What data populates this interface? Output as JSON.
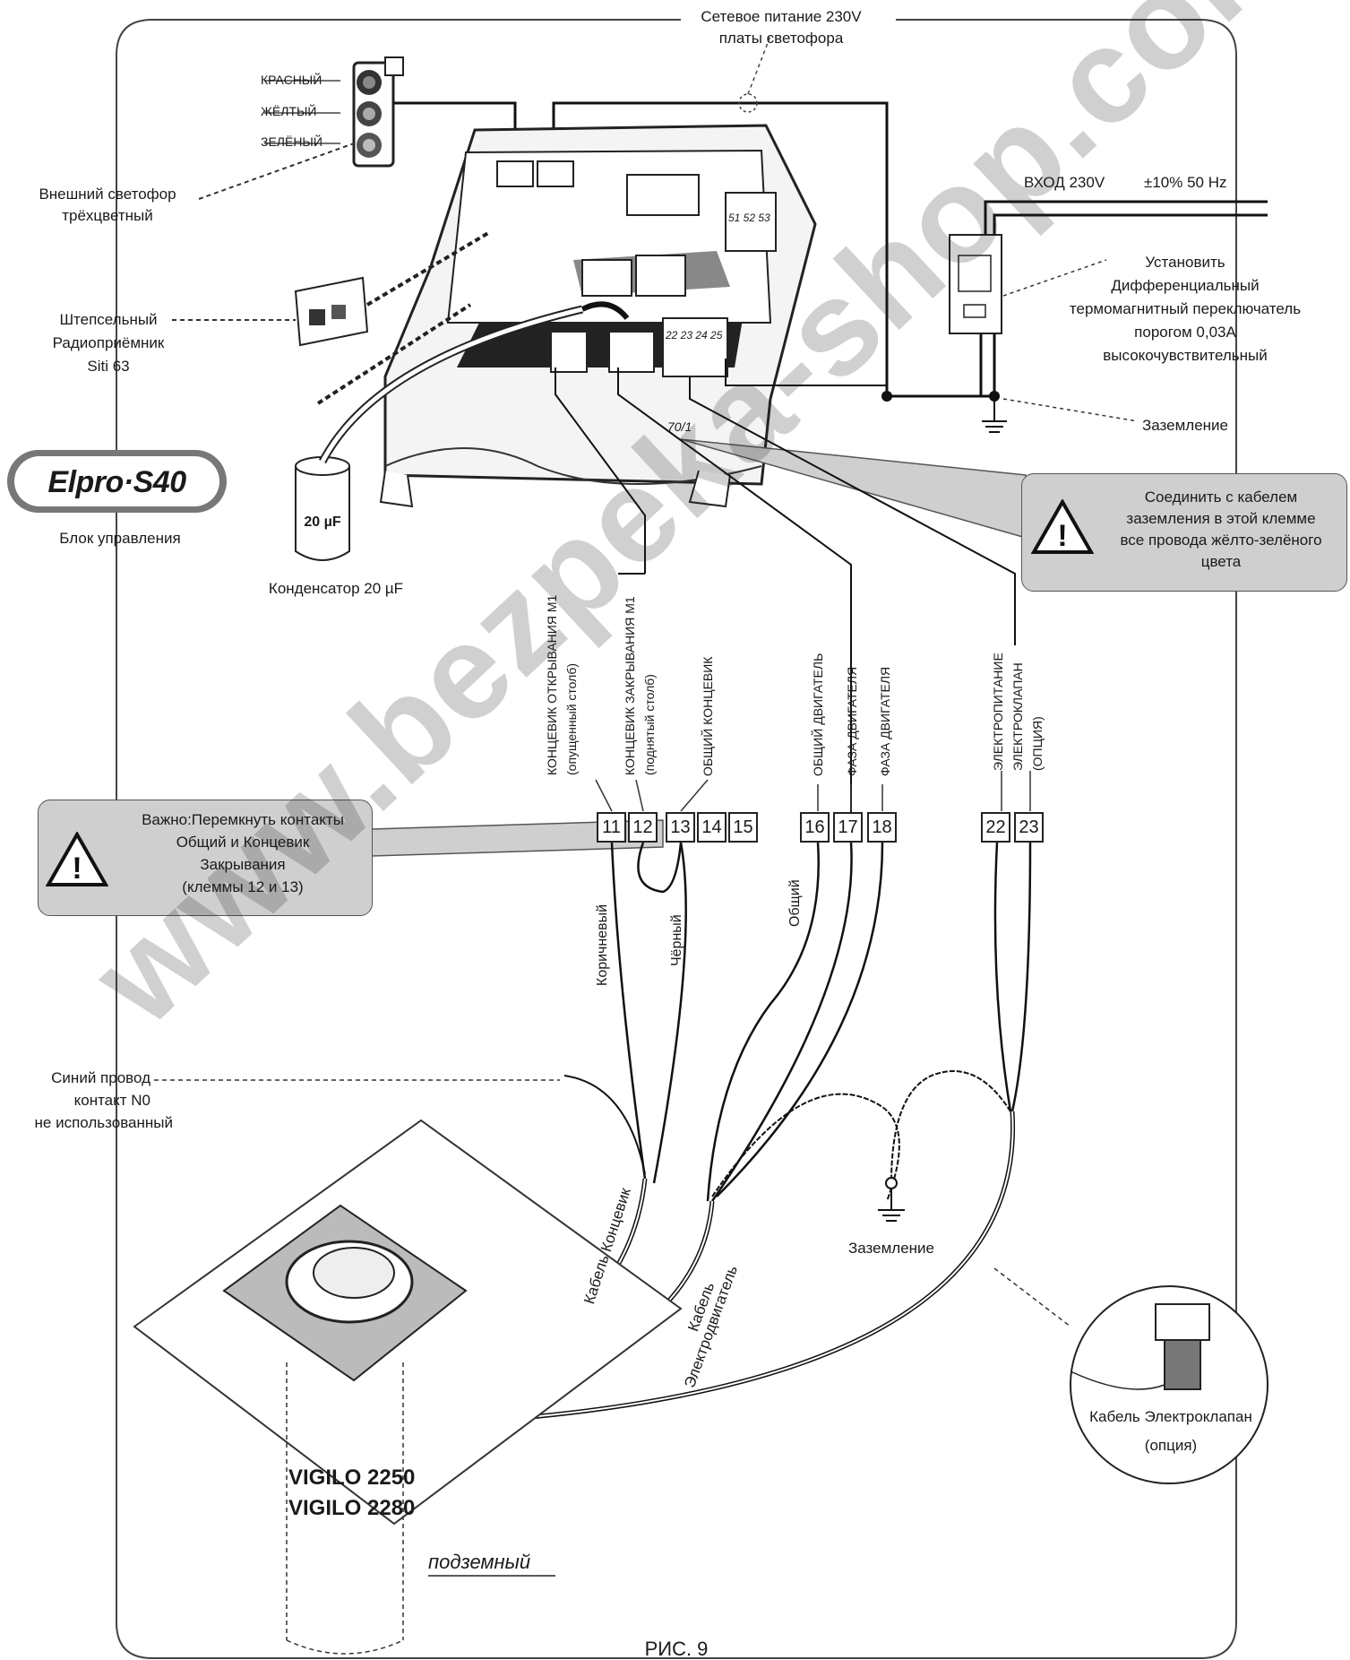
{
  "top_power": {
    "line1": "Сетевое питание 230V",
    "line2": "платы светофора"
  },
  "lights": {
    "red": "КРАСНЫЙ",
    "yellow": "ЖЁЛТЫЙ",
    "green": "ЗЕЛЁНЫЙ"
  },
  "traffic_light": {
    "line1": "Внешний светофор",
    "line2": "трёхцветный"
  },
  "radio": {
    "line1": "Штепсельный",
    "line2": "Радиоприёмник",
    "line3": "Siti 63"
  },
  "logo": {
    "text": "Elpro·S40",
    "caption": "Блок управления"
  },
  "capacitor": {
    "value": "20 µF",
    "caption": "Конденсатор 20 µF"
  },
  "input": {
    "label": "ВХОД 230V",
    "tolerance": "±10% 50 Hz"
  },
  "breaker": {
    "line1": "Установить",
    "line2": "Дифференциальный",
    "line3": "термомагнитный переключатель",
    "line4": "порогом 0,03А",
    "line5": "высокочувствительный"
  },
  "ground_top": "Заземление",
  "board_terms": {
    "a": "51 52 53",
    "b": "22 23 24 25",
    "cap": "70/1"
  },
  "callout_right": {
    "line1": "Соединить с кабелем",
    "line2": "заземления в этой клемме",
    "line3": "все провода жёлто-зелёного",
    "line4": "цвета"
  },
  "callout_left": {
    "line1": "Важно:Перемкнуть контакты",
    "line2": "Общий и Концевик",
    "line3": "Закрывания",
    "line4": "(клеммы 12 и 13)"
  },
  "vertical_labels": {
    "open_limit": "КОНЦЕВИК  ОТКРЫВАНИЯ М1",
    "open_limit_sub": "(опущенный столб)",
    "close_limit": "КОНЦЕВИК  ЗАКРЫВАНИЯ М1",
    "close_limit_sub": "(поднятый столб)",
    "common_limit": "ОБЩИЙ КОНЦЕВИК",
    "motor_common": "ОБЩИЙ  ДВИГАТЕЛЬ",
    "motor_phase1": "ФАЗА ДВИГАТЕЛЯ",
    "motor_phase2": "ФАЗА ДВИГАТЕЛЯ",
    "valve_power": "ЭЛЕКТРОПИТАНИЕ",
    "valve": "ЭЛЕКТРОКЛАПАН",
    "valve_opt": "(ОПЦИЯ)"
  },
  "terminals": [
    "11",
    "12",
    "13",
    "14",
    "15",
    "16",
    "17",
    "18",
    "22",
    "23"
  ],
  "wires": {
    "brown": "Коричневый",
    "black": "Чёрный",
    "common": "Общий"
  },
  "blue_wire": {
    "line1": "Синий провод",
    "line2": "контакт N0",
    "line3": "не использованный"
  },
  "cables": {
    "limit": "Кабель Концевик",
    "motor1": "Кабель",
    "motor2": "Электродвигатель"
  },
  "ground_bottom": "Заземление",
  "valve_cable": {
    "line1": "Кабель Электроклапан",
    "line2": "(опция)"
  },
  "model": {
    "line1": "VIGILO 2250",
    "line2": "VIGILO 2280"
  },
  "underground": "подземный",
  "fig": "РИС. 9",
  "watermark": "www.bezpeka-shop.com"
}
